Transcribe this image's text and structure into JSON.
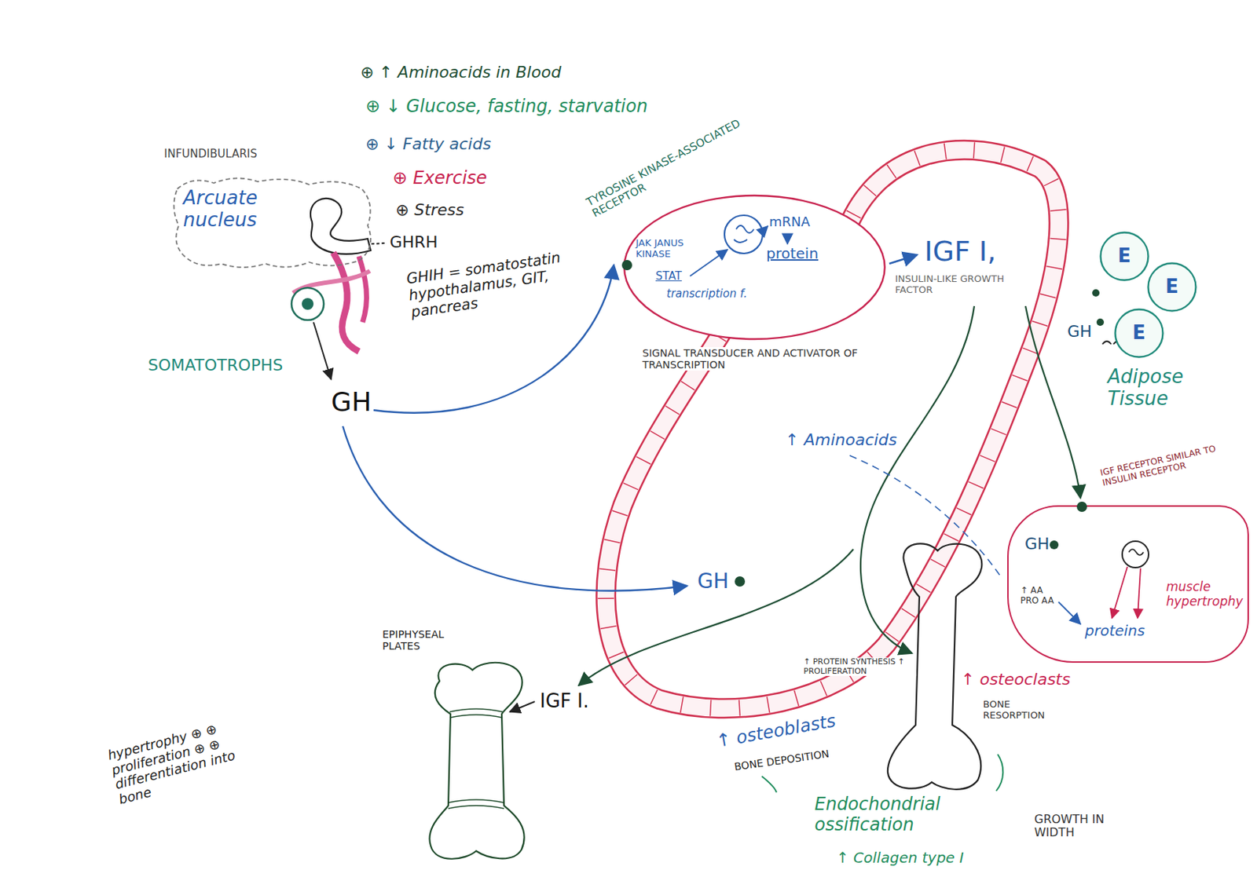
{
  "diagram": {
    "nodes": [
      {
        "text": [
          "INFUNDIBULARIS",
          "Arcuate nucleus"
        ]
      },
      {
        "text": [
          "JAK JANUS KINASE",
          "STAT",
          "transcription f.",
          "mRNA",
          "protein"
        ]
      },
      {
        "text": [
          "E"
        ]
      },
      {
        "text": [
          "E"
        ]
      },
      {
        "text": [
          "E"
        ]
      },
      {
        "text": [
          "GH",
          "↑ AA PRO AA",
          "proteins",
          "muscle hypertrophy"
        ]
      }
    ],
    "labels": [
      "⊕ ↑ Aminoacids in Blood",
      "⊕ ↓ Glucose, fasting, starvation",
      "⊕ ↓ Fatty acids",
      "⊕ Exercise",
      "⊕ Stress",
      "GHRH",
      "GHIH = somatostatin hypothalamus, GIT, pancreas",
      "SOMATOTROPHS",
      "GH",
      "TYROSINE KINASE-ASSOCIATED RECEPTOR",
      "SIGNAL TRANSDUCER AND ACTIVATOR OF TRANSCRIPTION",
      "IGF I,",
      "INSULIN-LIKE GROWTH FACTOR",
      "GH",
      "Adipose Tissue",
      "↑ Aminoacids",
      "GH",
      "IGF RECEPTOR SIMILAR TO INSULIN RECEPTOR",
      "EPIPHYSEAL PLATES",
      "IGF I.",
      "hypertrophy ⊕ ⊕ proliferation ⊕ ⊕ differentiation into bone",
      "↑ PROTEIN SYNTHESIS ↑ PROLIFERATION",
      "↑ osteoclasts",
      "BONE RESORPTION",
      "↑ osteoblasts",
      "BONE DEPOSITION",
      "Endochondrial ossification",
      "GROWTH IN WIDTH",
      "↑ Collagen type I"
    ]
  }
}
